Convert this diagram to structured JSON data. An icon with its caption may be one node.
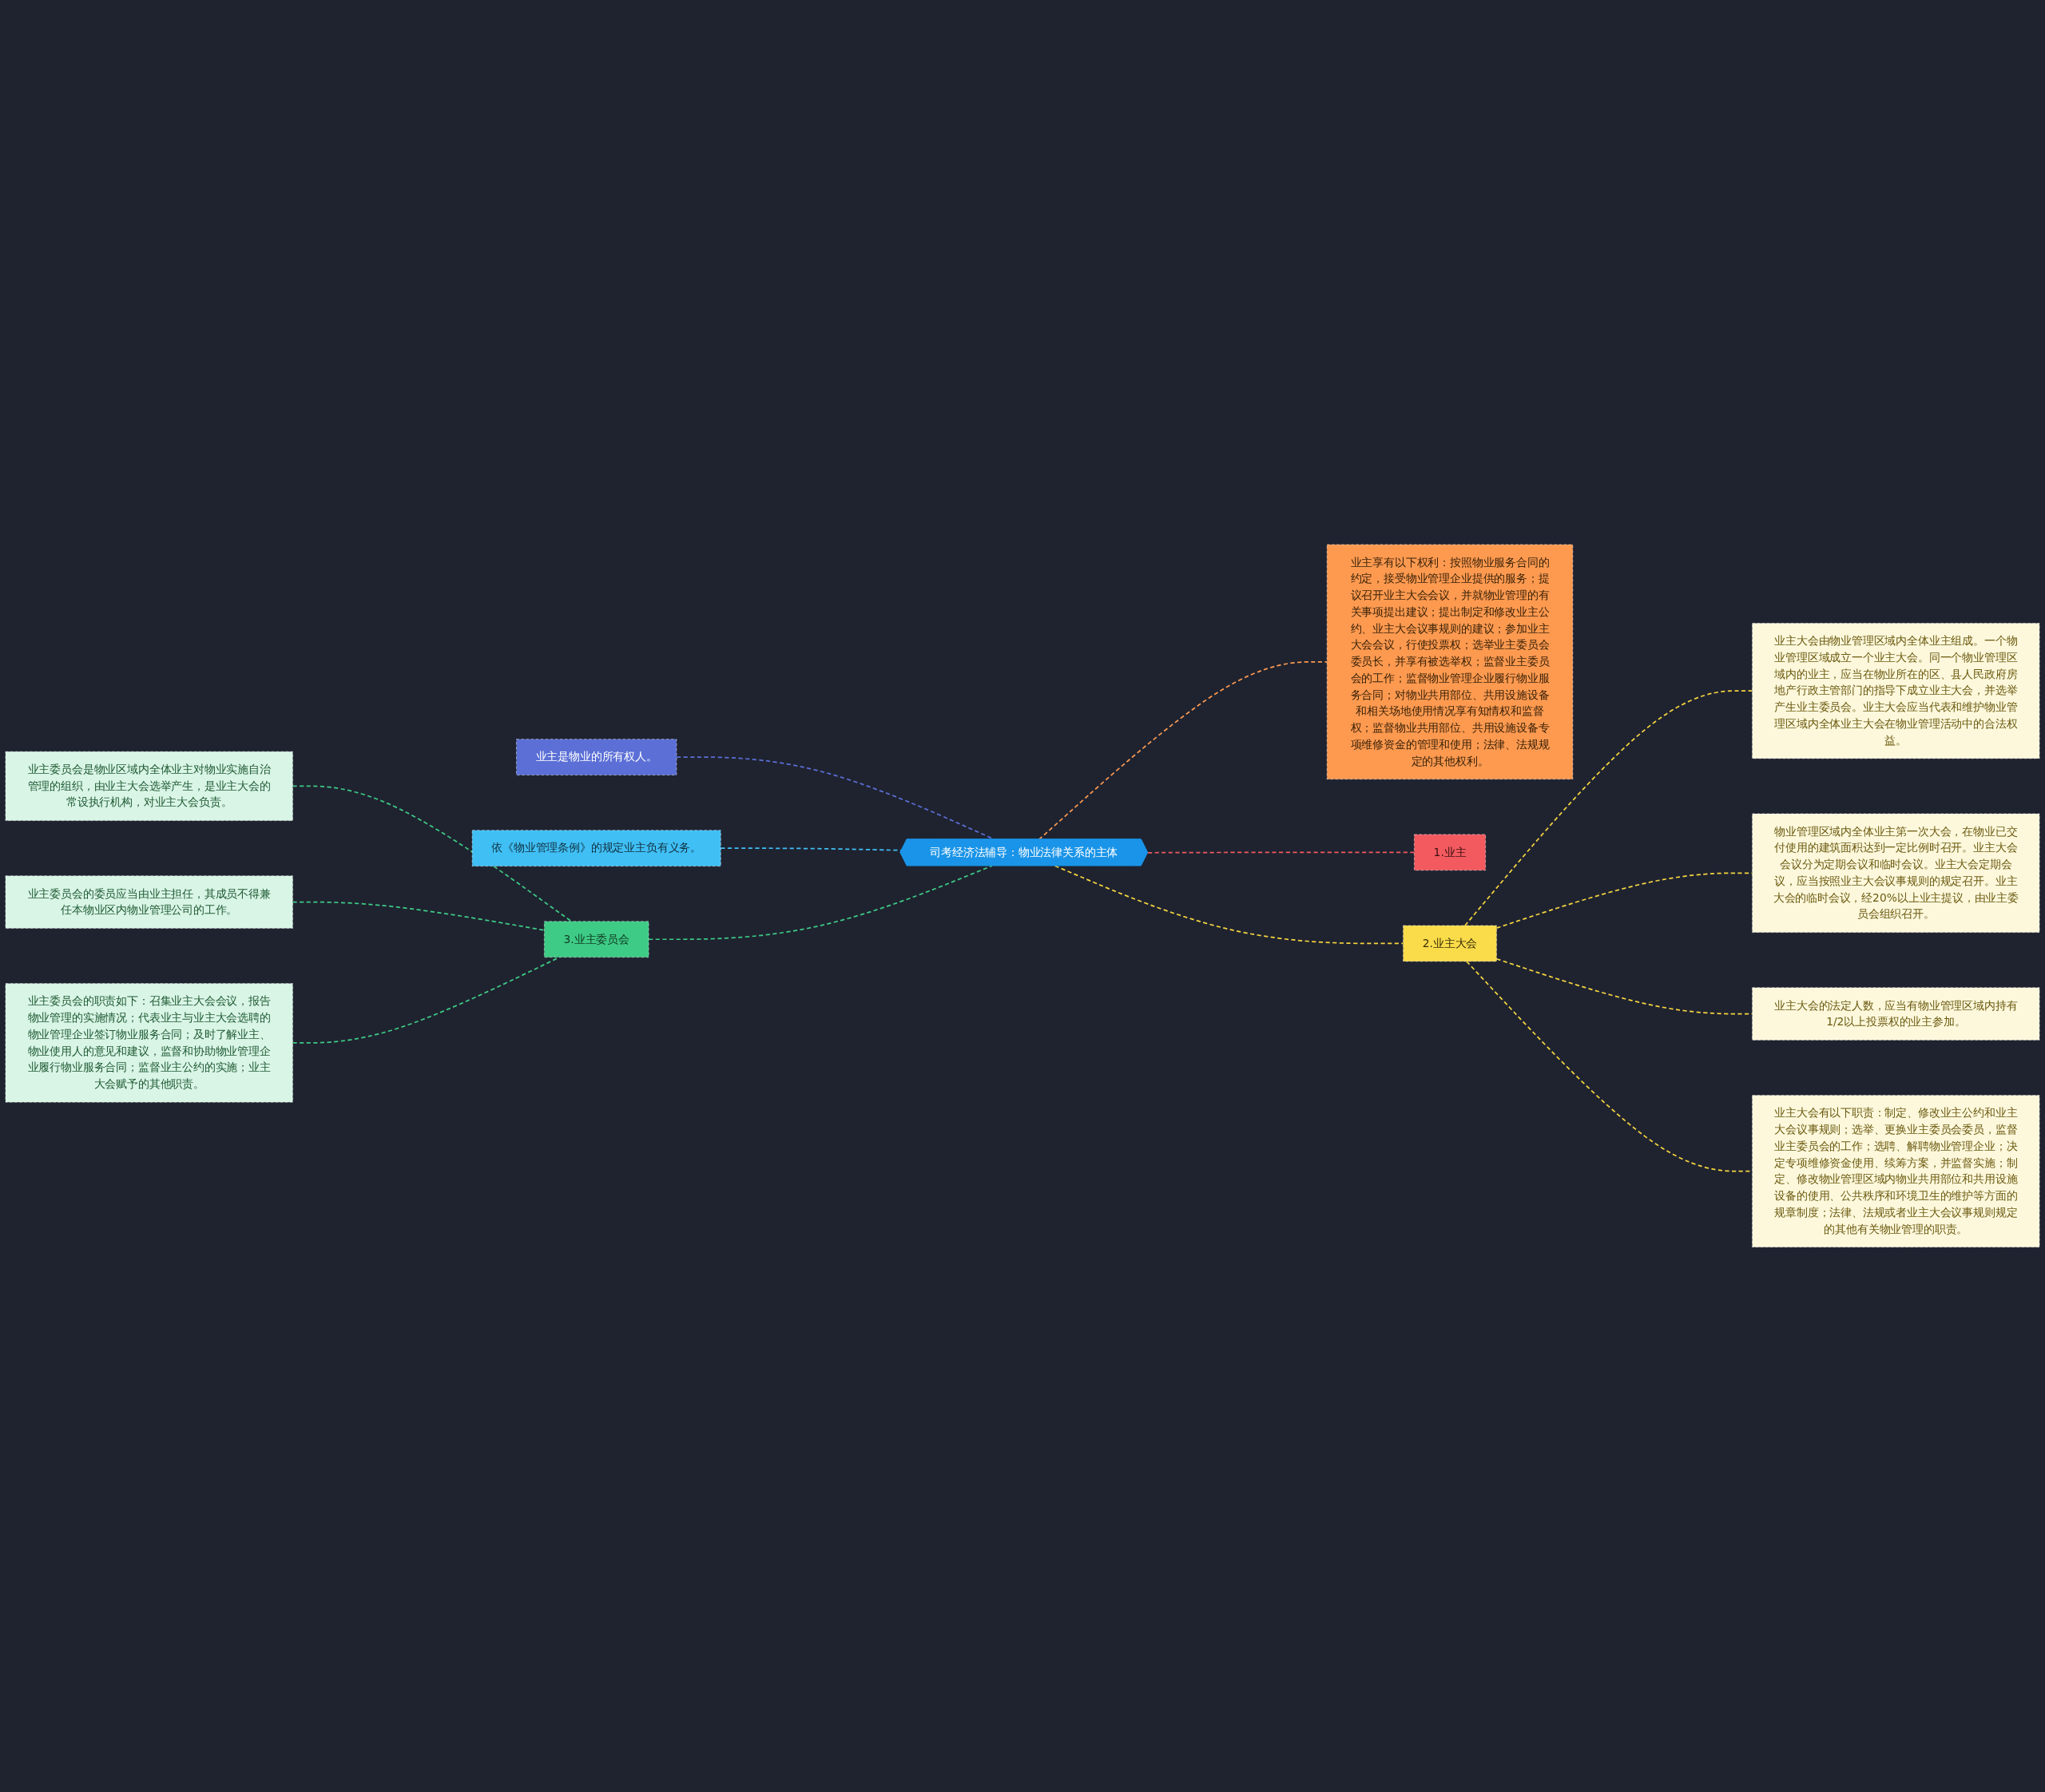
{
  "diagram": {
    "nodes": [
      {
        "text": [
          "司考经济法辅导：物业法律关系的主体"
        ]
      },
      {
        "text": [
          "1.业主"
        ]
      },
      {
        "text": [
          "业主享有以下权利：按照物业服务合同的约定，接受物业管理企业提供的服务；提议召开业主大会会议，并就物业管理的有关事项提出建议；提出制定和修改业主公约、业主大会议事规则的建议；参加业主大会会议，行使投票权；选举业主委员会委员长，并享有被选举权；监督业主委员会的工作；监督物业管理企业履行物业服务合同；对物业共用部位、共用设施设备和相关场地使用情况享有知情权和监督权；监督物业共用部位、共用设施设备专项维修资金的管理和使用；法律、法规规定的其他权利。"
        ]
      },
      {
        "text": [
          "2.业主大会"
        ]
      },
      {
        "text": [
          "业主大会由物业管理区域内全体业主组成。一个物业管理区域成立一个业主大会。同一个物业管理区域内的业主，应当在物业所在的区、县人民政府房地产行政主管部门的指导下成立业主大会，并选举产生业主委员会。业主大会应当代表和维护物业管理区域内全体业主大会在物业管理活动中的合法权益。"
        ]
      },
      {
        "text": [
          "物业管理区域内全体业主第一次大会，在物业已交付使用的建筑面积达到一定比例时召开。业主大会会议分为定期会议和临时会议。业主大会定期会议，应当按照业主大会议事规则的规定召开。业主大会的临时会议，经20%以上业主提议，由业主委员会组织召开。"
        ]
      },
      {
        "text": [
          "业主大会的法定人数，应当有物业管理区域内持有1/2以上投票权的业主参加。"
        ]
      },
      {
        "text": [
          "业主大会有以下职责：制定、修改业主公约和业主大会议事规则；选举、更换业主委员会委员，监督业主委员会的工作；选聘、解聘物业管理企业；决定专项维修资金使用、续筹方案，并监督实施；制定、修改物业管理区域内物业共用部位和共用设施设备的使用、公共秩序和环境卫生的维护等方面的规章制度；法律、法规或者业主大会议事规则规定的其他有关物业管理的职责。"
        ]
      },
      {
        "text": [
          "业主是物业的所有权人。"
        ]
      },
      {
        "text": [
          "依《物业管理条例》的规定业主负有义务。"
        ]
      },
      {
        "text": [
          "3.业主委员会"
        ]
      },
      {
        "text": [
          "业主委员会是物业区域内全体业主对物业实施自治管理的组织，由业主大会选举产生，是业主大会的常设执行机构，对业主大会负责。"
        ]
      },
      {
        "text": [
          "业主委员会的委员应当由业主担任，其成员不得兼任本物业区内物业管理公司的工作。"
        ]
      },
      {
        "text": [
          "业主委员会的职责如下：召集业主大会会议，报告物业管理的实施情况；代表业主与业主大会选聘的物业管理企业签订物业服务合同；及时了解业主、物业使用人的意见和建议，监督和协助物业管理企业履行物业服务合同；监督业主公约的实施；业主大会赋予的其他职责。"
        ]
      }
    ],
    "edges": [
      {
        "from": 0,
        "to": 1,
        "arrow": "none",
        "style": "dashed",
        "color": "#f25a5f"
      },
      {
        "from": 0,
        "to": 2,
        "arrow": "none",
        "style": "dashed",
        "color": "#fd9a50"
      },
      {
        "from": 0,
        "to": 3,
        "arrow": "none",
        "style": "dashed",
        "color": "#f5d53f"
      },
      {
        "from": 3,
        "to": 4,
        "arrow": "none",
        "style": "dashed",
        "color": "#f5d53f"
      },
      {
        "from": 3,
        "to": 5,
        "arrow": "none",
        "style": "dashed",
        "color": "#f5d53f"
      },
      {
        "from": 3,
        "to": 6,
        "arrow": "none",
        "style": "dashed",
        "color": "#f5d53f"
      },
      {
        "from": 3,
        "to": 7,
        "arrow": "none",
        "style": "dashed",
        "color": "#f5d53f"
      },
      {
        "from": 0,
        "to": 8,
        "arrow": "none",
        "style": "dashed",
        "color": "#5b6fd6"
      },
      {
        "from": 0,
        "to": 9,
        "arrow": "none",
        "style": "dashed",
        "color": "#40bff5"
      },
      {
        "from": 0,
        "to": 10,
        "arrow": "none",
        "style": "dashed",
        "color": "#3ecb85"
      },
      {
        "from": 10,
        "to": 11,
        "arrow": "none",
        "style": "dashed",
        "color": "#3ecb85"
      },
      {
        "from": 10,
        "to": 12,
        "arrow": "none",
        "style": "dashed",
        "color": "#3ecb85"
      },
      {
        "from": 10,
        "to": 13,
        "arrow": "none",
        "style": "dashed",
        "color": "#3ecb85"
      }
    ]
  }
}
